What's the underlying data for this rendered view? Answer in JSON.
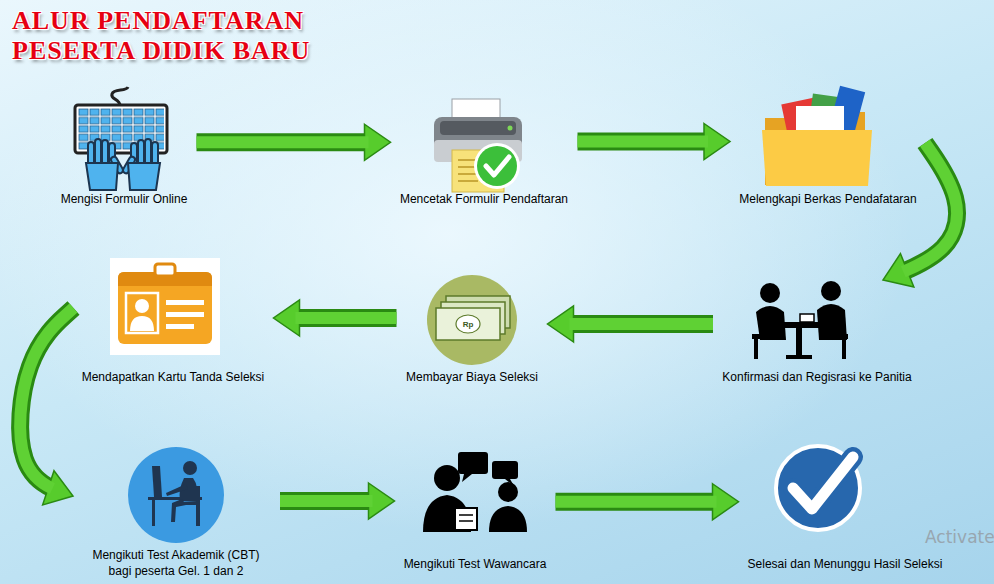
{
  "diagram": {
    "title": "ALUR PENDAFTARAN PESERTA DIDIK BARU",
    "nodes": [
      {
        "text": [
          "Mengisi Formulir Online"
        ]
      },
      {
        "text": [
          "Mencetak Formulir Pendaftaran"
        ]
      },
      {
        "text": [
          "Melengkapi Berkas Pendafataran"
        ]
      },
      {
        "text": [
          "Konfirmasi dan Regisrasi ke Panitia"
        ]
      },
      {
        "text": [
          "Membayar Biaya Seleksi"
        ]
      },
      {
        "text": [
          "Mendapatkan Kartu Tanda Seleksi"
        ]
      },
      {
        "text": [
          "Mengikuti Test Akademik (CBT) bagi peserta Gel. 1 dan 2"
        ]
      },
      {
        "text": [
          "Mengikuti Test Wawancara"
        ]
      },
      {
        "text": [
          "Selesai dan Menunggu Hasil Seleksi"
        ]
      }
    ],
    "edges": [
      {
        "from": 0,
        "to": 1,
        "arrow": "to"
      },
      {
        "from": 1,
        "to": 2,
        "arrow": "to"
      },
      {
        "from": 2,
        "to": 3,
        "arrow": "to"
      },
      {
        "from": 3,
        "to": 4,
        "arrow": "to"
      },
      {
        "from": 4,
        "to": 5,
        "arrow": "to"
      },
      {
        "from": 5,
        "to": 6,
        "arrow": "to"
      },
      {
        "from": 6,
        "to": 7,
        "arrow": "to"
      },
      {
        "from": 7,
        "to": 8,
        "arrow": "to"
      }
    ],
    "labels": [
      "Rp",
      "Activate"
    ]
  }
}
